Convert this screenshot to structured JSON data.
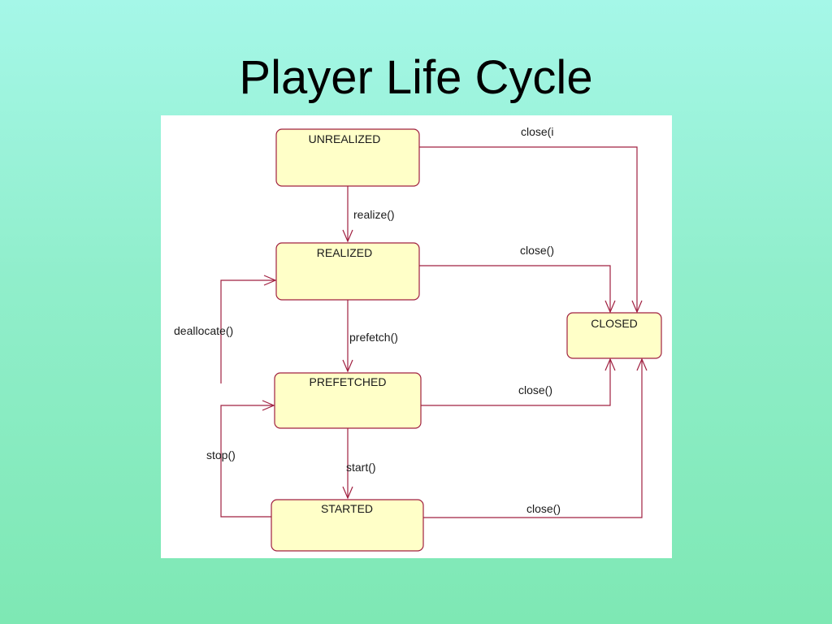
{
  "title": "Player Life Cycle",
  "diagram": {
    "states": {
      "unrealized": "UNREALIZED",
      "realized": "REALIZED",
      "prefetched": "PREFETCHED",
      "started": "STARTED",
      "closed": "CLOSED"
    },
    "transitions": {
      "realize": "realize()",
      "prefetch": "prefetch()",
      "start": "start()",
      "stop": "stop()",
      "deallocate": "deallocate()",
      "close_unrealized": "close(i",
      "close_realized": "close()",
      "close_prefetched": "close()",
      "close_started": "close()"
    }
  },
  "colors": {
    "background_top": "#a5f7e8",
    "background_bottom": "#7ee8b4",
    "state_fill": "#ffffc8",
    "line": "#a02040"
  }
}
